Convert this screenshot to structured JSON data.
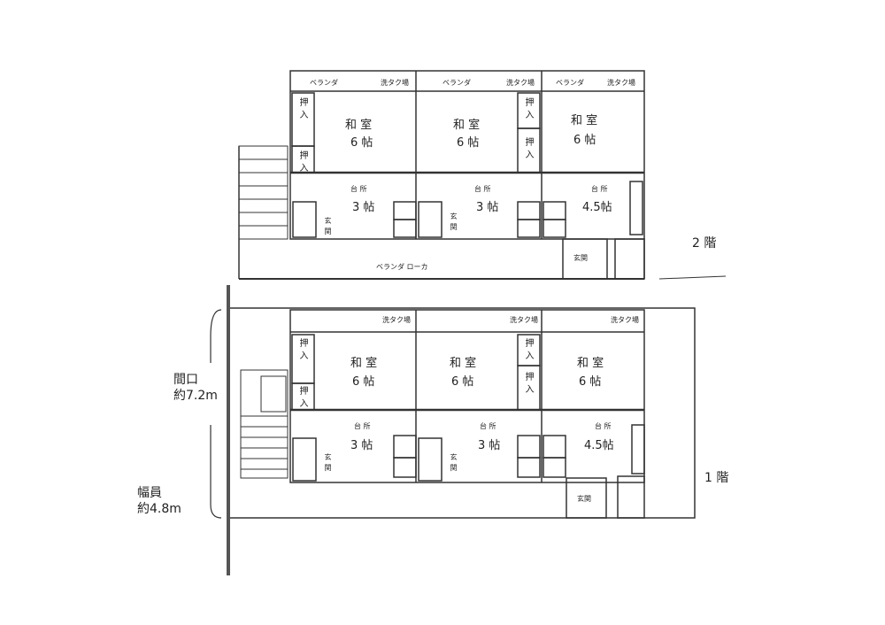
{
  "floor2": {
    "label": "2 階",
    "balcony": "ベランダ",
    "laundry": "洗タク場",
    "corridor": "ベランダ ローカ",
    "units": [
      {
        "room": "和 室",
        "size": "6 帖",
        "kitchen": "台 所",
        "ksize": "3 帖"
      },
      {
        "room": "和 室",
        "size": "6 帖",
        "kitchen": "台 所",
        "ksize": "3 帖"
      },
      {
        "room": "和 室",
        "size": "6 帖",
        "kitchen": "台 所",
        "ksize": "4.5帖"
      }
    ],
    "closet": "押入",
    "entrance": "玄関"
  },
  "floor1": {
    "label": "1 階",
    "laundry": "洗タク場",
    "units": [
      {
        "room": "和 室",
        "size": "6 帖",
        "kitchen": "台 所",
        "ksize": "3 帖"
      },
      {
        "room": "和 室",
        "size": "6 帖",
        "kitchen": "台 所",
        "ksize": "3 帖"
      },
      {
        "room": "和 室",
        "size": "6 帖",
        "kitchen": "台 所",
        "ksize": "4.5帖"
      }
    ],
    "closet": "押入",
    "entrance": "玄関"
  },
  "dimensions": {
    "frontage_label": "間口",
    "frontage": "約7.2m",
    "road_label": "幅員",
    "road": "約4.8m"
  }
}
